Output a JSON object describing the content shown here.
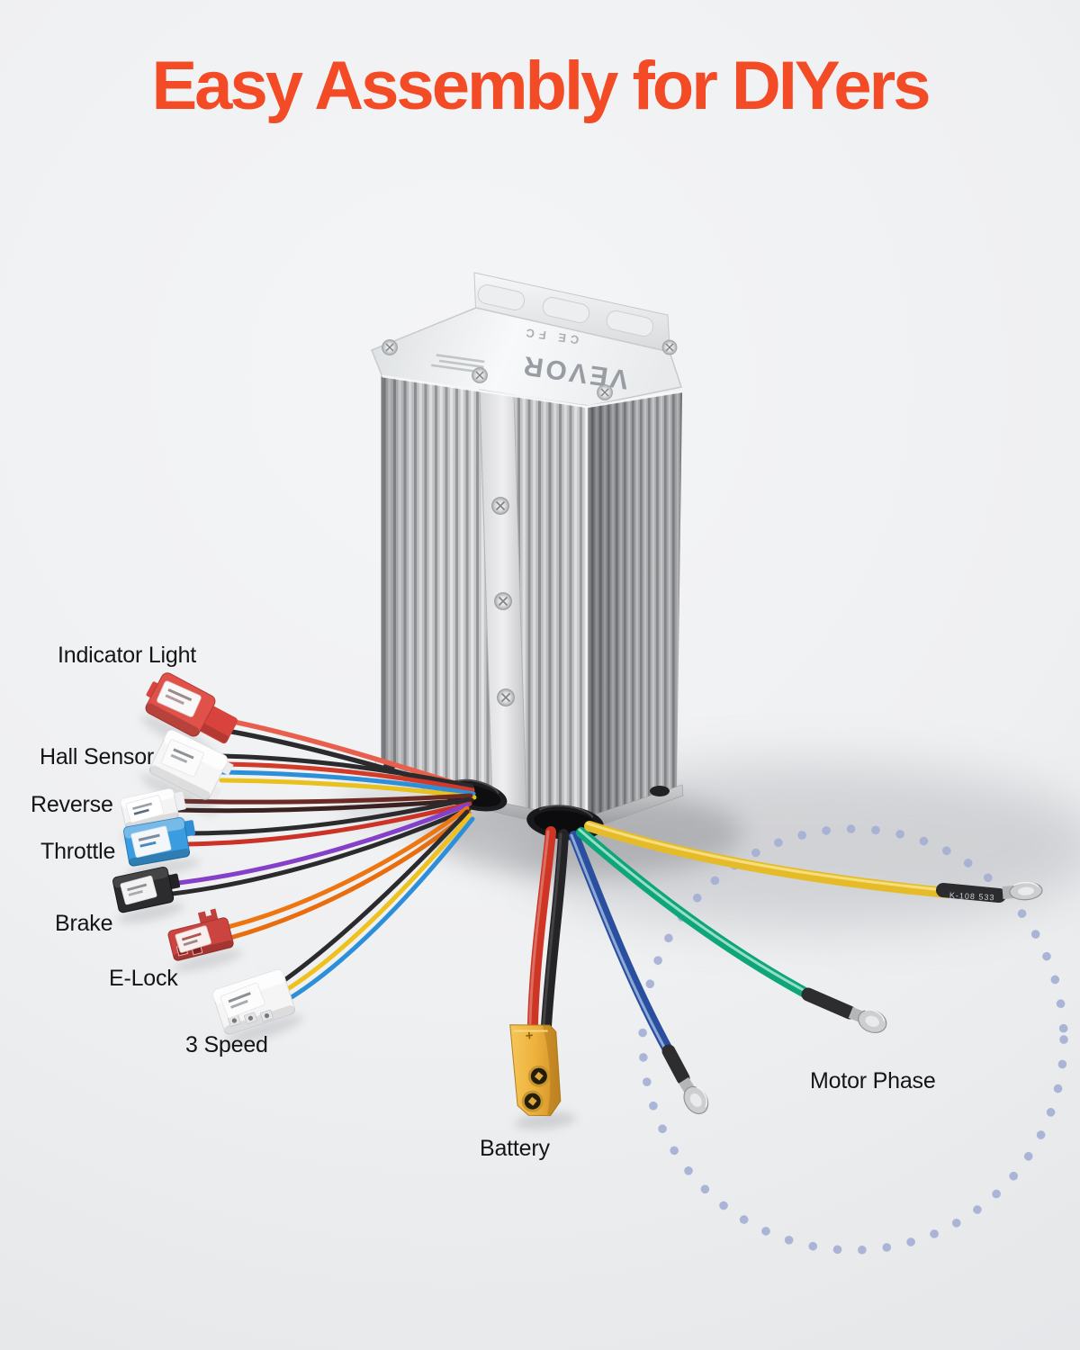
{
  "title": {
    "text": "Easy Assembly for DIYers",
    "color": "#f24b26"
  },
  "device": {
    "brand": "VEVOR",
    "cert_marks": "CE FC",
    "heatshrink_marking": "K-108 533",
    "battery_marking": "+"
  },
  "background": {
    "base": "#eff0f2",
    "dotted_circle": "#a3aed4",
    "shadow": "#7d7f85"
  },
  "callouts": [
    {
      "id": "indicator-light",
      "label": "Indicator Light",
      "connector_color": "#e0514a",
      "wire_colors": [
        "#e8604d",
        "#2b2b2d"
      ]
    },
    {
      "id": "hall-sensor",
      "label": "Hall Sensor",
      "connector_color": "#f6f6f7",
      "wire_colors": [
        "#2b2b2d",
        "#d23a2a",
        "#2e8fd9",
        "#e9c11f"
      ]
    },
    {
      "id": "reverse",
      "label": "Reverse",
      "connector_color": "#f4f4f5",
      "wire_colors": [
        "#6b2a24",
        "#3a2220"
      ]
    },
    {
      "id": "throttle",
      "label": "Throttle",
      "connector_color": "#3b9de0",
      "wire_colors": [
        "#2b2b2d",
        "#cc3326"
      ]
    },
    {
      "id": "brake",
      "label": "Brake",
      "connector_color": "#2c2c2e",
      "wire_colors": [
        "#8440c8",
        "#2b2b2d"
      ]
    },
    {
      "id": "e-lock",
      "label": "E-Lock",
      "connector_color": "#cc4440",
      "wire_colors": [
        "#ee7611",
        "#e86d0e"
      ]
    },
    {
      "id": "3-speed",
      "label": "3 Speed",
      "connector_color": "#f5f5f6",
      "wire_colors": [
        "#2b2b2d",
        "#eec11c",
        "#2e8fd9"
      ]
    },
    {
      "id": "battery",
      "label": "Battery",
      "connector_color": "#efb13c",
      "wire_colors": [
        "#cf3524",
        "#242426"
      ]
    },
    {
      "id": "motor-phase",
      "label": "Motor Phase",
      "connector_color": "#c9cacc",
      "wire_colors": [
        "#e6bb2a",
        "#0fa57a",
        "#2a4f9e"
      ]
    }
  ]
}
